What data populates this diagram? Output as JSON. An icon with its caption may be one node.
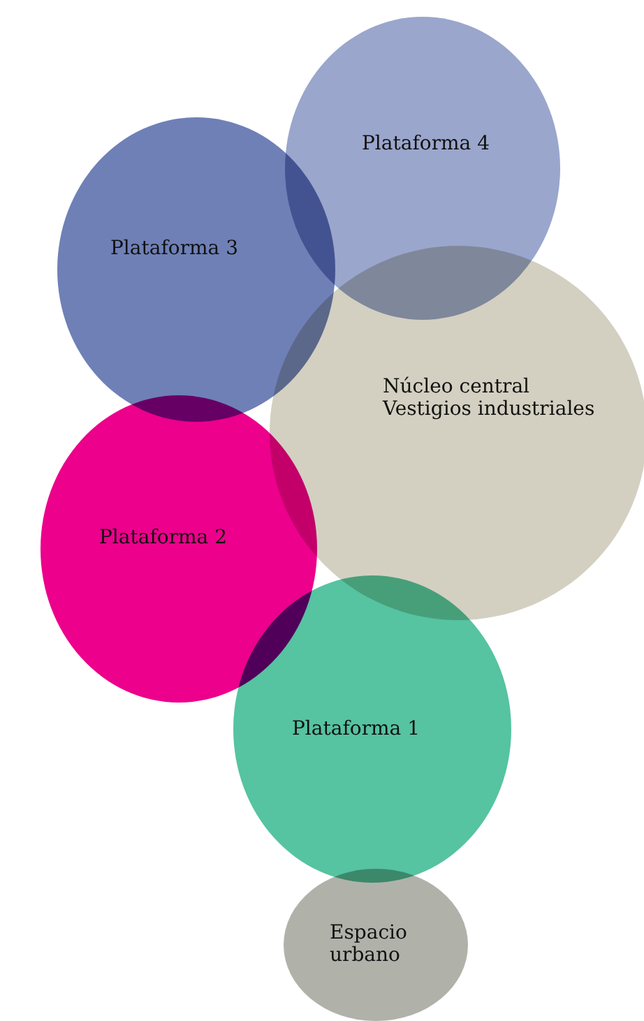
{
  "diagram": {
    "nodes": [
      {
        "text": [
          "Plataforma 4"
        ]
      },
      {
        "text": [
          "Plataforma 3"
        ]
      },
      {
        "text": [
          "Núcleo central",
          "Vestigios industriales"
        ]
      },
      {
        "text": [
          "Plataforma 2"
        ]
      },
      {
        "text": [
          "Plataforma 1"
        ]
      },
      {
        "text": [
          "Espacio urbano"
        ]
      }
    ]
  }
}
